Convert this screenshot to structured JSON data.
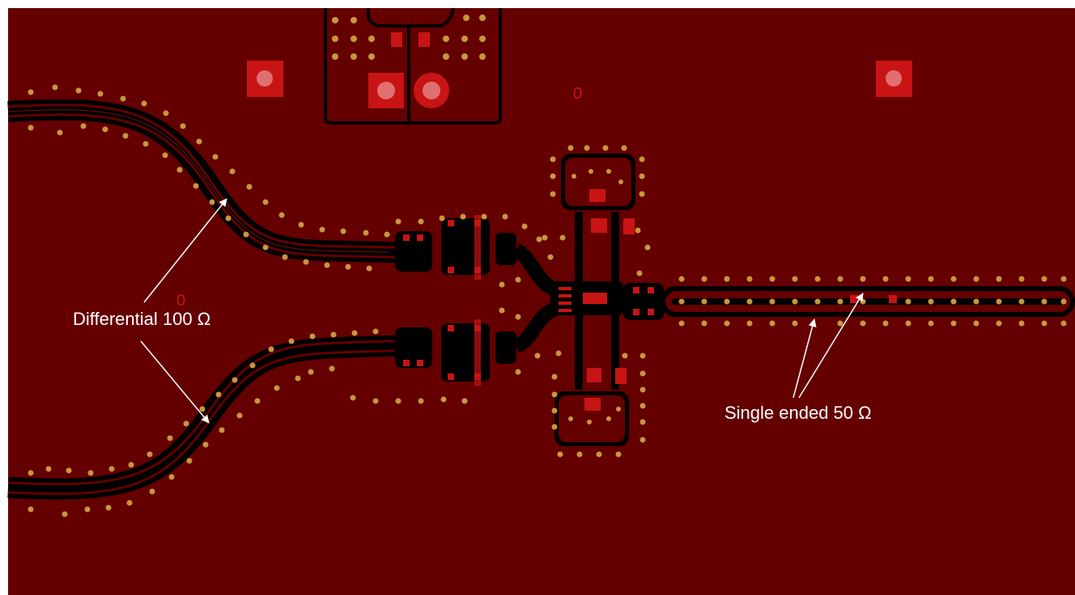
{
  "labels": {
    "differential": "Differential 100 Ω",
    "single_ended": "Single ended 50 Ω"
  },
  "silkscreen_marks": [
    "0",
    "0"
  ],
  "colors": {
    "copper_pour": "#640000",
    "clearance": "#000000",
    "pad": "#c81414",
    "pad_highlight": "#e04040",
    "via": "#c8963c",
    "annotation": "#ffffff"
  }
}
